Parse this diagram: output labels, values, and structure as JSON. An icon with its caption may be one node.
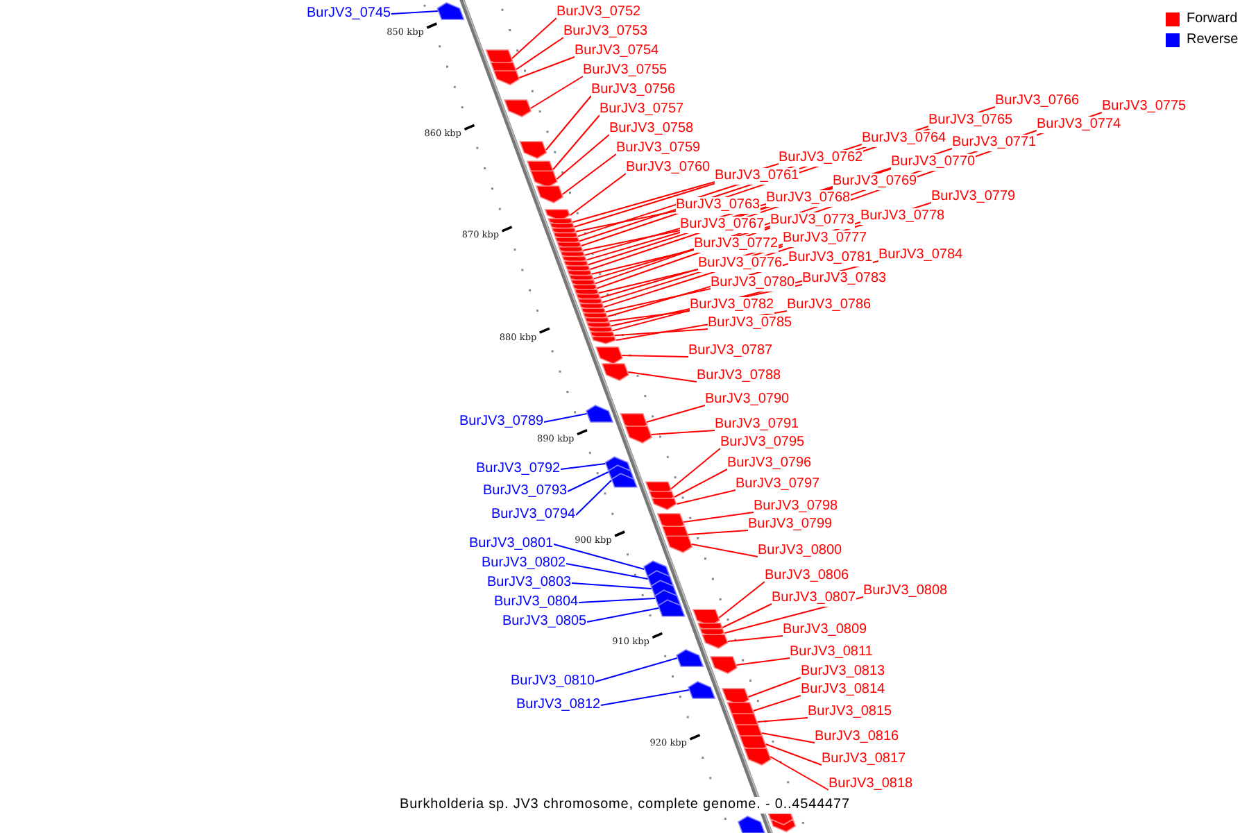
{
  "diagram": {
    "caption": "Burkholderia sp. JV3 chromosome, complete genome. - 0..4544477",
    "nodes": [
      {
        "text": [
          "BurJV3_0745"
        ]
      },
      {
        "text": [
          "BurJV3_0752"
        ]
      },
      {
        "text": [
          "BurJV3_0753"
        ]
      },
      {
        "text": [
          "BurJV3_0754"
        ]
      },
      {
        "text": [
          "BurJV3_0755"
        ]
      },
      {
        "text": [
          "BurJV3_0756"
        ]
      },
      {
        "text": [
          "BurJV3_0757"
        ]
      },
      {
        "text": [
          "BurJV3_0758"
        ]
      },
      {
        "text": [
          "BurJV3_0759"
        ]
      },
      {
        "text": [
          "BurJV3_0760"
        ]
      },
      {
        "text": [
          "BurJV3_0761"
        ]
      },
      {
        "text": [
          "BurJV3_0762"
        ]
      },
      {
        "text": [
          "BurJV3_0763"
        ]
      },
      {
        "text": [
          "BurJV3_0764"
        ]
      },
      {
        "text": [
          "BurJV3_0765"
        ]
      },
      {
        "text": [
          "BurJV3_0766"
        ]
      },
      {
        "text": [
          "BurJV3_0767"
        ]
      },
      {
        "text": [
          "BurJV3_0768"
        ]
      },
      {
        "text": [
          "BurJV3_0769"
        ]
      },
      {
        "text": [
          "BurJV3_0770"
        ]
      },
      {
        "text": [
          "BurJV3_0771"
        ]
      },
      {
        "text": [
          "BurJV3_0772"
        ]
      },
      {
        "text": [
          "BurJV3_0773"
        ]
      },
      {
        "text": [
          "BurJV3_0774"
        ]
      },
      {
        "text": [
          "BurJV3_0775"
        ]
      },
      {
        "text": [
          "BurJV3_0776"
        ]
      },
      {
        "text": [
          "BurJV3_0777"
        ]
      },
      {
        "text": [
          "BurJV3_0778"
        ]
      },
      {
        "text": [
          "BurJV3_0779"
        ]
      },
      {
        "text": [
          "BurJV3_0780"
        ]
      },
      {
        "text": [
          "BurJV3_0781"
        ]
      },
      {
        "text": [
          "BurJV3_0782"
        ]
      },
      {
        "text": [
          "BurJV3_0783"
        ]
      },
      {
        "text": [
          "BurJV3_0784"
        ]
      },
      {
        "text": [
          "BurJV3_0785"
        ]
      },
      {
        "text": [
          "BurJV3_0786"
        ]
      },
      {
        "text": [
          "BurJV3_0787"
        ]
      },
      {
        "text": [
          "BurJV3_0788"
        ]
      },
      {
        "text": [
          "BurJV3_0789"
        ]
      },
      {
        "text": [
          "BurJV3_0790"
        ]
      },
      {
        "text": [
          "BurJV3_0791"
        ]
      },
      {
        "text": [
          "BurJV3_0792"
        ]
      },
      {
        "text": [
          "BurJV3_0793"
        ]
      },
      {
        "text": [
          "BurJV3_0794"
        ]
      },
      {
        "text": [
          "BurJV3_0795"
        ]
      },
      {
        "text": [
          "BurJV3_0796"
        ]
      },
      {
        "text": [
          "BurJV3_0797"
        ]
      },
      {
        "text": [
          "BurJV3_0798"
        ]
      },
      {
        "text": [
          "BurJV3_0799"
        ]
      },
      {
        "text": [
          "BurJV3_0800"
        ]
      },
      {
        "text": [
          "BurJV3_0801"
        ]
      },
      {
        "text": [
          "BurJV3_0802"
        ]
      },
      {
        "text": [
          "BurJV3_0803"
        ]
      },
      {
        "text": [
          "BurJV3_0804"
        ]
      },
      {
        "text": [
          "BurJV3_0805"
        ]
      },
      {
        "text": [
          "BurJV3_0806"
        ]
      },
      {
        "text": [
          "BurJV3_0807"
        ]
      },
      {
        "text": [
          "BurJV3_0808"
        ]
      },
      {
        "text": [
          "BurJV3_0809"
        ]
      },
      {
        "text": [
          "BurJV3_0810"
        ]
      },
      {
        "text": [
          "BurJV3_0811"
        ]
      },
      {
        "text": [
          "BurJV3_0812"
        ]
      },
      {
        "text": [
          "BurJV3_0813"
        ]
      },
      {
        "text": [
          "BurJV3_0814"
        ]
      },
      {
        "text": [
          "BurJV3_0815"
        ]
      },
      {
        "text": [
          "BurJV3_0816"
        ]
      },
      {
        "text": [
          "BurJV3_0817"
        ]
      },
      {
        "text": [
          "BurJV3_0818"
        ]
      },
      {
        "text": [],
        "shape": "box"
      },
      {
        "text": [],
        "shape": "box"
      },
      {
        "text": [],
        "shape": "box"
      },
      {
        "text": [],
        "shape": "box"
      },
      {
        "text": [],
        "shape": "box"
      },
      {
        "text": [],
        "shape": "box"
      },
      {
        "text": [],
        "shape": "box"
      },
      {
        "text": [],
        "shape": "box"
      },
      {
        "text": [],
        "shape": "box"
      },
      {
        "text": [],
        "shape": "box"
      },
      {
        "text": [],
        "shape": "box"
      },
      {
        "text": [],
        "shape": "box"
      },
      {
        "text": [],
        "shape": "box"
      },
      {
        "text": [],
        "shape": "box"
      },
      {
        "text": [],
        "shape": "box"
      },
      {
        "text": [],
        "shape": "box"
      },
      {
        "text": [],
        "shape": "box"
      },
      {
        "text": [],
        "shape": "box"
      },
      {
        "text": [],
        "shape": "box"
      },
      {
        "text": [],
        "shape": "box"
      },
      {
        "text": [],
        "shape": "box"
      },
      {
        "text": [],
        "shape": "box"
      },
      {
        "text": [],
        "shape": "box"
      },
      {
        "text": [],
        "shape": "box"
      },
      {
        "text": [],
        "shape": "box"
      },
      {
        "text": [],
        "shape": "box"
      },
      {
        "text": [],
        "shape": "box"
      },
      {
        "text": [],
        "shape": "box"
      },
      {
        "text": [],
        "shape": "box"
      },
      {
        "text": [],
        "shape": "box"
      },
      {
        "text": [],
        "shape": "box"
      },
      {
        "text": [],
        "shape": "box"
      },
      {
        "text": [],
        "shape": "box"
      },
      {
        "text": [],
        "shape": "box"
      },
      {
        "text": [],
        "shape": "box"
      },
      {
        "text": [],
        "shape": "box"
      },
      {
        "text": [],
        "shape": "box"
      },
      {
        "text": [],
        "shape": "box"
      },
      {
        "text": [],
        "shape": "box"
      },
      {
        "text": [],
        "shape": "box"
      },
      {
        "text": [],
        "shape": "box"
      },
      {
        "text": [],
        "shape": "box"
      },
      {
        "text": [],
        "shape": "box"
      },
      {
        "text": [],
        "shape": "box"
      },
      {
        "text": [],
        "shape": "box"
      },
      {
        "text": [],
        "shape": "box"
      },
      {
        "text": [],
        "shape": "box"
      },
      {
        "text": [],
        "shape": "box"
      },
      {
        "text": [],
        "shape": "box"
      },
      {
        "text": [],
        "shape": "box"
      },
      {
        "text": [],
        "shape": "box"
      },
      {
        "text": [],
        "shape": "box"
      },
      {
        "text": [],
        "shape": "box"
      },
      {
        "text": [],
        "shape": "box"
      },
      {
        "text": [],
        "shape": "box"
      },
      {
        "text": [],
        "shape": "box"
      },
      {
        "text": [],
        "shape": "box"
      },
      {
        "text": [],
        "shape": "box"
      },
      {
        "text": [],
        "shape": "box"
      },
      {
        "text": [],
        "shape": "box"
      },
      {
        "text": [],
        "shape": "box"
      },
      {
        "text": [],
        "shape": "box"
      },
      {
        "text": [],
        "shape": "box"
      },
      {
        "text": [],
        "shape": "box"
      },
      {
        "text": [],
        "shape": "box"
      },
      {
        "text": [],
        "shape": "box"
      },
      {
        "text": [],
        "shape": "box"
      },
      {
        "text": [],
        "shape": "box"
      },
      {
        "text": [],
        "shape": "box"
      },
      {
        "text": [],
        "shape": "box"
      },
      {
        "text": [],
        "shape": "box"
      },
      {
        "text": [],
        "shape": "box"
      }
    ],
    "edges": [
      {
        "from": 0,
        "to": 68,
        "arrow": "none",
        "color": "#0000ff"
      },
      {
        "from": 1,
        "to": 69,
        "arrow": "none"
      },
      {
        "from": 2,
        "to": 70,
        "arrow": "none"
      },
      {
        "from": 3,
        "to": 71,
        "arrow": "none"
      },
      {
        "from": 4,
        "to": 72,
        "arrow": "none"
      },
      {
        "from": 5,
        "to": 73,
        "arrow": "none"
      },
      {
        "from": 6,
        "to": 74,
        "arrow": "none"
      },
      {
        "from": 7,
        "to": 75,
        "arrow": "none"
      },
      {
        "from": 8,
        "to": 76,
        "arrow": "none"
      },
      {
        "from": 9,
        "to": 77,
        "arrow": "none"
      },
      {
        "from": 10,
        "to": 78,
        "arrow": "none"
      },
      {
        "from": 11,
        "to": 79,
        "arrow": "none"
      },
      {
        "from": 12,
        "to": 80,
        "arrow": "none"
      },
      {
        "from": 13,
        "to": 81,
        "arrow": "none"
      },
      {
        "from": 14,
        "to": 82,
        "arrow": "none"
      },
      {
        "from": 15,
        "to": 83,
        "arrow": "none"
      },
      {
        "from": 16,
        "to": 84,
        "arrow": "none"
      },
      {
        "from": 17,
        "to": 85,
        "arrow": "none"
      },
      {
        "from": 18,
        "to": 86,
        "arrow": "none"
      },
      {
        "from": 19,
        "to": 87,
        "arrow": "none"
      },
      {
        "from": 20,
        "to": 88,
        "arrow": "none"
      },
      {
        "from": 21,
        "to": 89,
        "arrow": "none"
      },
      {
        "from": 22,
        "to": 90,
        "arrow": "none"
      },
      {
        "from": 23,
        "to": 91,
        "arrow": "none"
      },
      {
        "from": 24,
        "to": 92,
        "arrow": "none"
      },
      {
        "from": 25,
        "to": 93,
        "arrow": "none"
      },
      {
        "from": 26,
        "to": 94,
        "arrow": "none"
      },
      {
        "from": 27,
        "to": 95,
        "arrow": "none"
      },
      {
        "from": 28,
        "to": 96,
        "arrow": "none"
      },
      {
        "from": 29,
        "to": 97,
        "arrow": "none"
      },
      {
        "from": 30,
        "to": 98,
        "arrow": "none"
      },
      {
        "from": 31,
        "to": 99,
        "arrow": "none"
      },
      {
        "from": 32,
        "to": 100,
        "arrow": "none"
      },
      {
        "from": 33,
        "to": 101,
        "arrow": "none"
      },
      {
        "from": 34,
        "to": 102,
        "arrow": "none"
      },
      {
        "from": 35,
        "to": 103,
        "arrow": "none"
      },
      {
        "from": 36,
        "to": 104,
        "arrow": "none"
      },
      {
        "from": 37,
        "to": 105,
        "arrow": "none"
      },
      {
        "from": 38,
        "to": 106,
        "arrow": "none",
        "color": "#0000ff"
      },
      {
        "from": 39,
        "to": 107,
        "arrow": "none"
      },
      {
        "from": 40,
        "to": 108,
        "arrow": "none"
      },
      {
        "from": 41,
        "to": 109,
        "arrow": "none",
        "color": "#0000ff"
      },
      {
        "from": 42,
        "to": 110,
        "arrow": "none",
        "color": "#0000ff"
      },
      {
        "from": 43,
        "to": 111,
        "arrow": "none",
        "color": "#0000ff"
      },
      {
        "from": 44,
        "to": 112,
        "arrow": "none"
      },
      {
        "from": 45,
        "to": 113,
        "arrow": "none"
      },
      {
        "from": 46,
        "to": 114,
        "arrow": "none"
      },
      {
        "from": 47,
        "to": 115,
        "arrow": "none"
      },
      {
        "from": 48,
        "to": 116,
        "arrow": "none"
      },
      {
        "from": 49,
        "to": 117,
        "arrow": "none"
      },
      {
        "from": 50,
        "to": 118,
        "arrow": "none",
        "color": "#0000ff"
      },
      {
        "from": 51,
        "to": 119,
        "arrow": "none",
        "color": "#0000ff"
      },
      {
        "from": 52,
        "to": 120,
        "arrow": "none",
        "color": "#0000ff"
      },
      {
        "from": 53,
        "to": 121,
        "arrow": "none",
        "color": "#0000ff"
      },
      {
        "from": 54,
        "to": 122,
        "arrow": "none",
        "color": "#0000ff"
      },
      {
        "from": 55,
        "to": 123,
        "arrow": "none"
      },
      {
        "from": 56,
        "to": 124,
        "arrow": "none"
      },
      {
        "from": 57,
        "to": 125,
        "arrow": "none"
      },
      {
        "from": 58,
        "to": 126,
        "arrow": "none"
      },
      {
        "from": 59,
        "to": 127,
        "arrow": "none",
        "color": "#0000ff"
      },
      {
        "from": 60,
        "to": 128,
        "arrow": "none"
      },
      {
        "from": 61,
        "to": 129,
        "arrow": "none",
        "color": "#0000ff"
      },
      {
        "from": 62,
        "to": 130,
        "arrow": "none"
      },
      {
        "from": 63,
        "to": 131,
        "arrow": "none"
      },
      {
        "from": 64,
        "to": 132,
        "arrow": "none"
      },
      {
        "from": 65,
        "to": 133,
        "arrow": "none"
      },
      {
        "from": 66,
        "to": 134,
        "arrow": "none"
      },
      {
        "from": 67,
        "to": 135,
        "arrow": "none"
      }
    ],
    "labels": [
      "850 kbp",
      "860 kbp",
      "870 kbp",
      "880 kbp",
      "890 kbp",
      "900 kbp",
      "910 kbp",
      "920 kbp"
    ],
    "legend": [
      {
        "text": "Forward",
        "color": "#ff0000"
      },
      {
        "text": "Reverse",
        "color": "#0000ff"
      }
    ]
  }
}
